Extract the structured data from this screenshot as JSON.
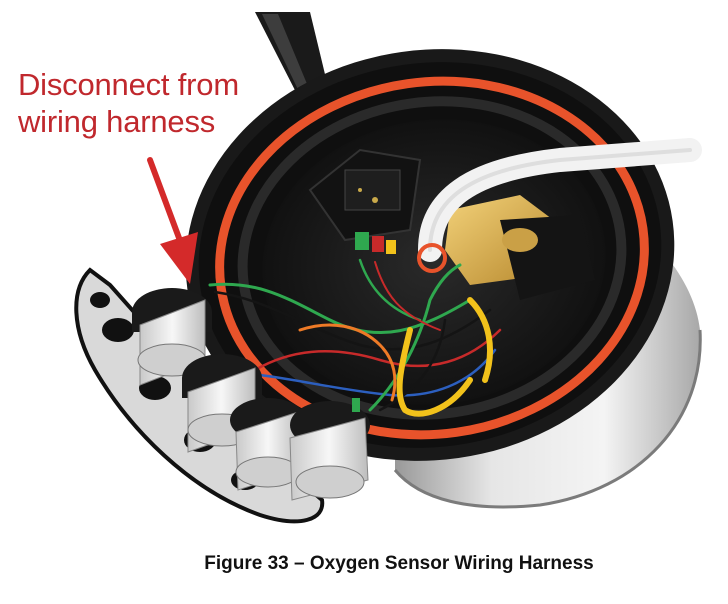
{
  "callout": {
    "line1": "Disconnect from",
    "line2": "wiring harness"
  },
  "caption": "Figure 33 – Oxygen Sensor Wiring Harness",
  "colors": {
    "callout_text": "#c0282d",
    "arrow": "#d42a2a",
    "housing_gasket": "#e8532b",
    "housing_body": "#1c1c1c",
    "housing_shell": "#d9d9d9",
    "sensor_body": "#e9e9e9",
    "sensor_cap": "#222222",
    "wire_green": "#2fa84f",
    "wire_yellow": "#f2c21b",
    "wire_red": "#c72a2a",
    "wire_blue": "#2c5fbf",
    "wire_black": "#141414",
    "wire_orange": "#ee7a26"
  }
}
